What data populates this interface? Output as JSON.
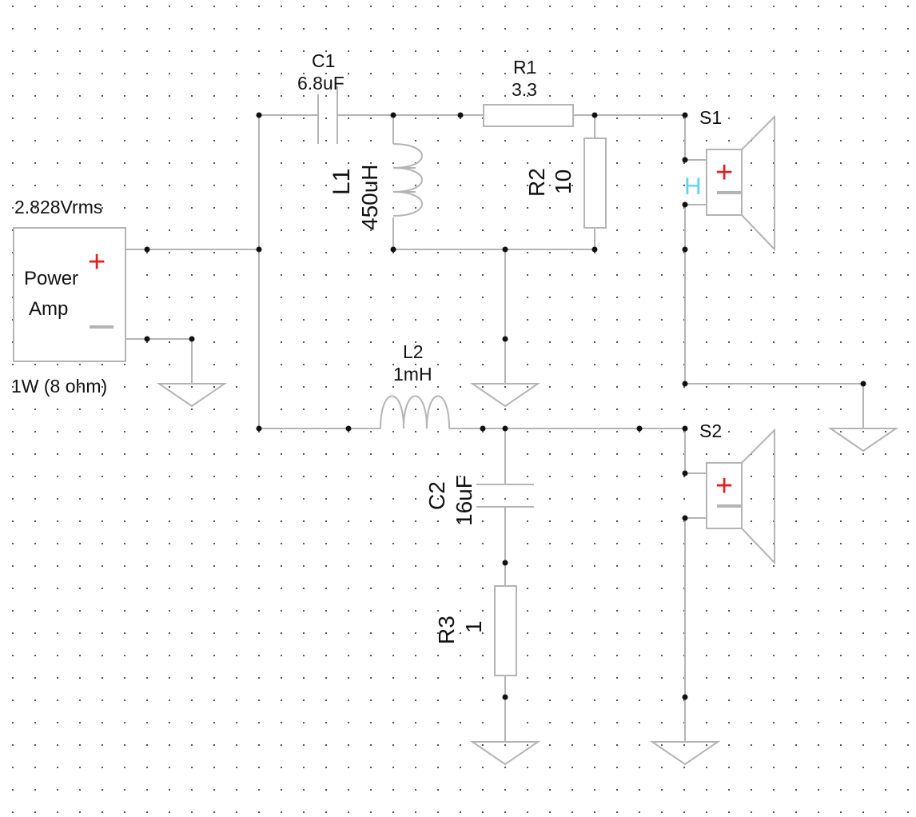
{
  "colors": {
    "background": "#ffffff",
    "grid": "#555555",
    "wire": "#b4b4b4",
    "node": "#111111",
    "label": "#111111",
    "polarity_plus": "#e02020",
    "polarity_minus": "#b4b4b4",
    "tweeter_marker": "#5ad8e8"
  },
  "amplifier": {
    "line1": "Power",
    "line2": "Amp",
    "voltage": "2.828Vrms",
    "power": "1W (8 ohm)"
  },
  "components": {
    "c1": {
      "ref": "C1",
      "value": "6.8uF"
    },
    "r1": {
      "ref": "R1",
      "value": "3.3"
    },
    "l1": {
      "ref": "L1",
      "value": "450uH"
    },
    "r2": {
      "ref": "R2",
      "value": "10"
    },
    "l2": {
      "ref": "L2",
      "value": "1mH"
    },
    "c2": {
      "ref": "C2",
      "value": "16uF"
    },
    "r3": {
      "ref": "R3",
      "value": "1"
    }
  },
  "speakers": {
    "s1": {
      "ref": "S1",
      "marker": "H"
    },
    "s2": {
      "ref": "S2"
    }
  },
  "symbols": {
    "plus": "+",
    "minus": "—"
  },
  "icons": [
    "ground-icon",
    "speaker-icon",
    "capacitor-icon",
    "resistor-icon",
    "inductor-icon"
  ]
}
